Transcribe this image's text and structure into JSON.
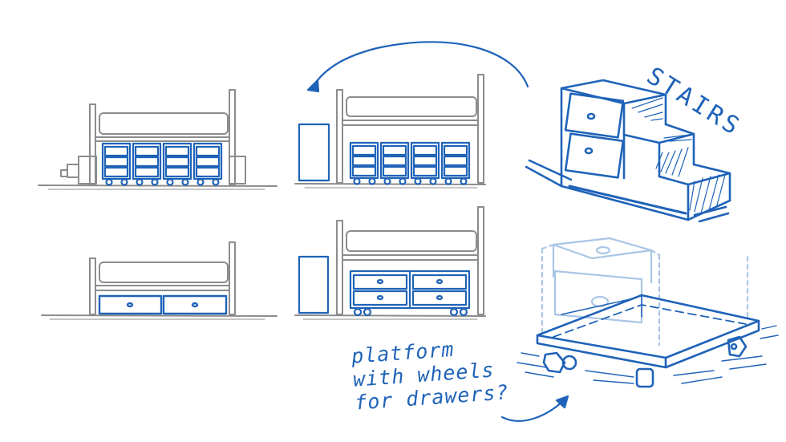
{
  "labels": {
    "stairs": "STAIRS",
    "platform_note": [
      "platform",
      "with wheels",
      "for drawers?"
    ]
  },
  "colors": {
    "pencil": "#8c8c8c",
    "ink": "#1f63b8",
    "ink_light": "#a9c6e6",
    "background": "#ffffff"
  }
}
